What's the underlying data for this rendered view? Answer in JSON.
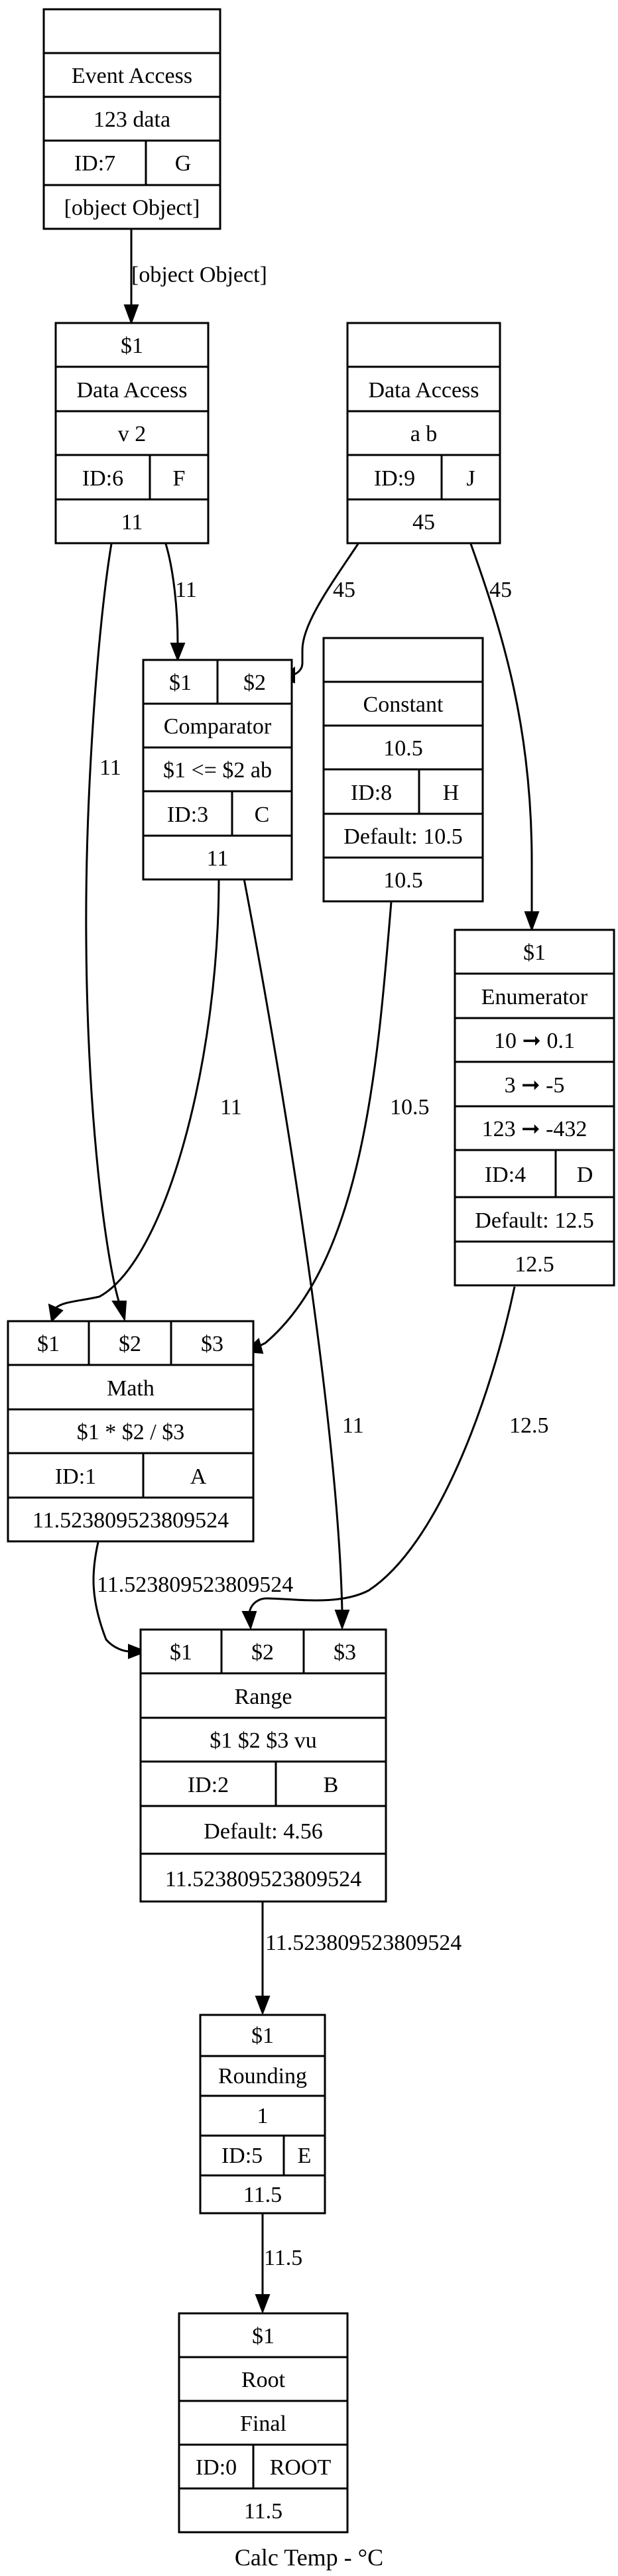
{
  "caption": "Calc Temp - °C",
  "nodes": {
    "event_access": {
      "header": [
        ""
      ],
      "title": "Event Access",
      "rows": [
        "123 data"
      ],
      "id": "ID:7",
      "letter": "G",
      "footer": "[object Object]"
    },
    "data_access_f": {
      "header": [
        "$1"
      ],
      "title": "Data Access",
      "rows": [
        "v 2"
      ],
      "id": "ID:6",
      "letter": "F",
      "footer": "11"
    },
    "data_access_j": {
      "header": [
        ""
      ],
      "title": "Data Access",
      "rows": [
        "a b"
      ],
      "id": "ID:9",
      "letter": "J",
      "footer": "45"
    },
    "comparator": {
      "header": [
        "$1",
        "$2"
      ],
      "title": "Comparator",
      "rows": [
        "$1 <= $2 ab"
      ],
      "id": "ID:3",
      "letter": "C",
      "footer": "11"
    },
    "constant": {
      "header": [
        ""
      ],
      "title": "Constant",
      "rows": [
        "10.5"
      ],
      "id": "ID:8",
      "letter": "H",
      "default": "Default: 10.5",
      "footer": "10.5"
    },
    "enumerator": {
      "header": [
        "$1"
      ],
      "title": "Enumerator",
      "rows": [
        "10 ➞ 0.1",
        "3 ➞ -5",
        "123 ➞ -432"
      ],
      "id": "ID:4",
      "letter": "D",
      "default": "Default: 12.5",
      "footer": "12.5"
    },
    "math": {
      "header": [
        "$1",
        "$2",
        "$3"
      ],
      "title": "Math",
      "rows": [
        "$1 * $2 / $3"
      ],
      "id": "ID:1",
      "letter": "A",
      "footer": "11.523809523809524"
    },
    "range": {
      "header": [
        "$1",
        "$2",
        "$3"
      ],
      "title": "Range",
      "rows": [
        "$1 $2 $3 vu"
      ],
      "id": "ID:2",
      "letter": "B",
      "default": "Default: 4.56",
      "footer": "11.523809523809524"
    },
    "rounding": {
      "header": [
        "$1"
      ],
      "title": "Rounding",
      "rows": [
        "1"
      ],
      "id": "ID:5",
      "letter": "E",
      "footer": "11.5"
    },
    "root": {
      "header": [
        "$1"
      ],
      "title": "Root",
      "rows": [
        "Final"
      ],
      "id": "ID:0",
      "letter": "ROOT",
      "footer": "11.5"
    }
  },
  "edges": [
    {
      "from": "event_access",
      "to": "data_access_f",
      "label": "[object Object]"
    },
    {
      "from": "data_access_f",
      "to": "comparator",
      "label": "11"
    },
    {
      "from": "data_access_f",
      "to": "math",
      "label": "11"
    },
    {
      "from": "data_access_j",
      "to": "comparator",
      "label": "45"
    },
    {
      "from": "data_access_j",
      "to": "enumerator",
      "label": "45"
    },
    {
      "from": "comparator",
      "to": "math",
      "label": "11"
    },
    {
      "from": "comparator",
      "to": "range",
      "label": "11"
    },
    {
      "from": "constant",
      "to": "math",
      "label": "10.5"
    },
    {
      "from": "enumerator",
      "to": "range",
      "label": "12.5"
    },
    {
      "from": "math",
      "to": "range",
      "label": "11.523809523809524"
    },
    {
      "from": "range",
      "to": "rounding",
      "label": "11.523809523809524"
    },
    {
      "from": "rounding",
      "to": "root",
      "label": "11.5"
    }
  ]
}
